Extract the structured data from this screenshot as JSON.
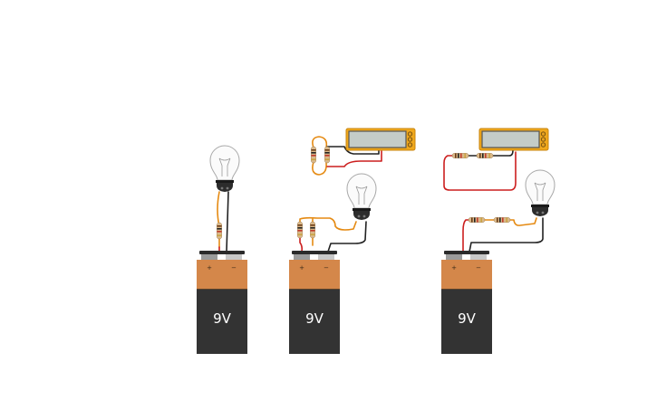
{
  "circuits": [
    {
      "battery": {
        "voltage_label": "9V",
        "positive_symbol": "+",
        "negative_symbol": "−"
      }
    },
    {
      "battery": {
        "voltage_label": "9V",
        "positive_symbol": "+",
        "negative_symbol": "−"
      }
    },
    {
      "battery": {
        "voltage_label": "9V",
        "positive_symbol": "+",
        "negative_symbol": "−"
      }
    }
  ],
  "colors": {
    "battery_top": "#d4874a",
    "battery_body": "#333333",
    "wire_red": "#cc1f1f",
    "wire_black": "#222222",
    "wire_orange": "#e58a12",
    "multimeter_frame": "#f0a81c",
    "multimeter_screen": "#c4ccc8"
  }
}
